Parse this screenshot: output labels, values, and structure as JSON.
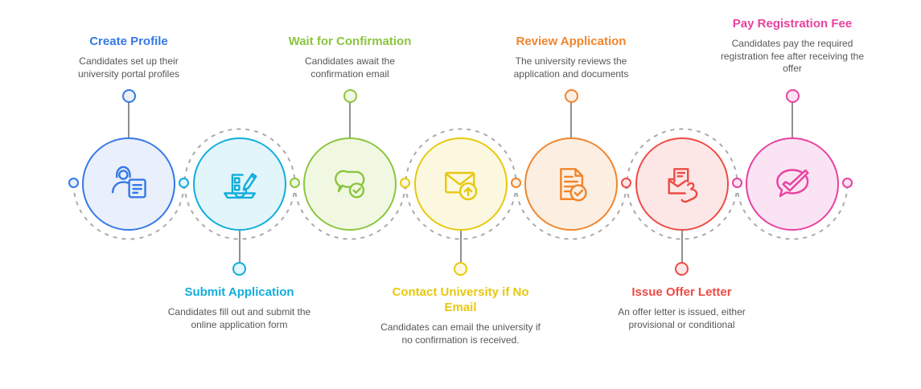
{
  "diagram": {
    "background": "#FFFFFF",
    "connector_color": "#8F8F8F",
    "dash_color": "#ABABAB",
    "description_text_color": "#575757"
  },
  "steps": [
    {
      "id": "create-profile",
      "title": "Create Profile",
      "desc": "Candidates set up their university portal profiles",
      "color": "#3579E6",
      "fill": "#E9EFFB",
      "icon": "person-profile-card-icon",
      "position": "top"
    },
    {
      "id": "submit-application",
      "title": "Submit Application",
      "desc": "Candidates fill out and submit the online application form",
      "color": "#12ADDC",
      "fill": "#E2F5FB",
      "icon": "laptop-pencil-icon",
      "position": "bottom"
    },
    {
      "id": "wait-for-confirmation",
      "title": "Wait for Confirmation",
      "desc": "Candidates await the confirmation email",
      "color": "#8BC53F",
      "fill": "#F1F8E2",
      "icon": "chat-check-icon",
      "position": "top"
    },
    {
      "id": "contact-university-if-no-email",
      "title": "Contact University if No Email",
      "desc": "Candidates can email the university if no confirmation is received.",
      "color": "#E7C80F",
      "fill": "#FCF8DF",
      "icon": "mail-upload-icon",
      "position": "bottom"
    },
    {
      "id": "review-application",
      "title": "Review Application",
      "desc": "The university reviews the application and documents",
      "color": "#F0852D",
      "fill": "#FCEFE2",
      "icon": "document-check-icon",
      "position": "top"
    },
    {
      "id": "issue-offer-letter",
      "title": "Issue Offer Letter",
      "desc": "An offer letter is issued, either provisional or conditional",
      "color": "#EE4B45",
      "fill": "#FCE7E6",
      "icon": "offer-letter-hand-icon",
      "position": "bottom"
    },
    {
      "id": "pay-registration-fee",
      "title": "Pay Registration Fee",
      "desc": "Candidates pay the required registration fee after receiving the offer",
      "color": "#E8429F",
      "fill": "#FAE3F3",
      "icon": "chat-big-check-icon",
      "position": "top"
    }
  ]
}
